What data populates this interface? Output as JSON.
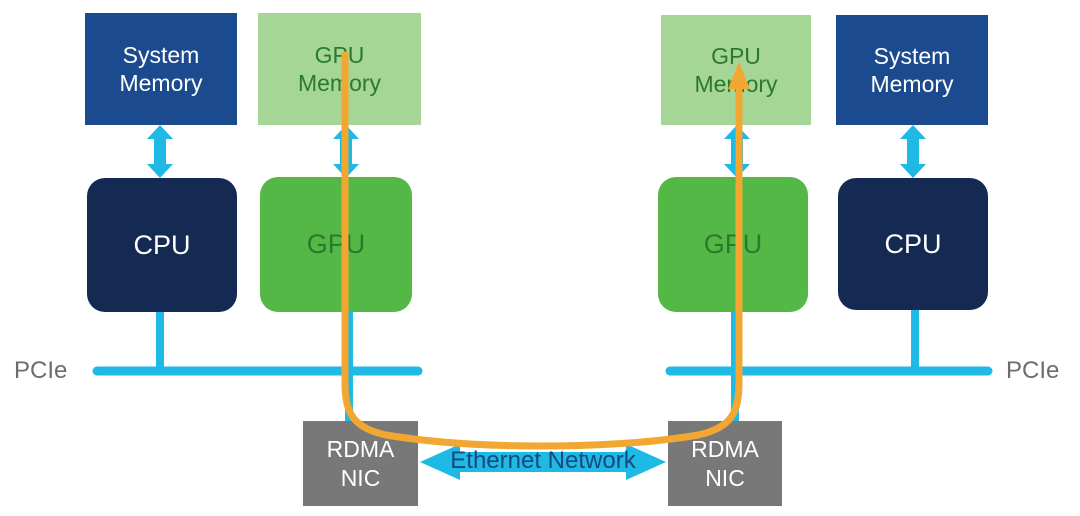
{
  "labels": {
    "system_memory": "System Memory",
    "gpu_memory": "GPU Memory",
    "cpu": "CPU",
    "gpu": "GPU",
    "pcie": "PCIe",
    "rdma_nic": "RDMA NIC",
    "ethernet_network": "Ethernet Network"
  },
  "colors": {
    "background": "#ffffff",
    "system_memory_fill": "#1b4a8e",
    "cpu_fill": "#152a52",
    "gpu_memory_fill": "#a6d696",
    "gpu_fill": "#54b847",
    "gpu_text": "#2b7a2b",
    "nic_fill": "#787878",
    "bus": "#1fb9e6",
    "data_path": "#f2a733",
    "pcie_text": "#6d6d6d",
    "ethernet_text": "#17497c"
  }
}
